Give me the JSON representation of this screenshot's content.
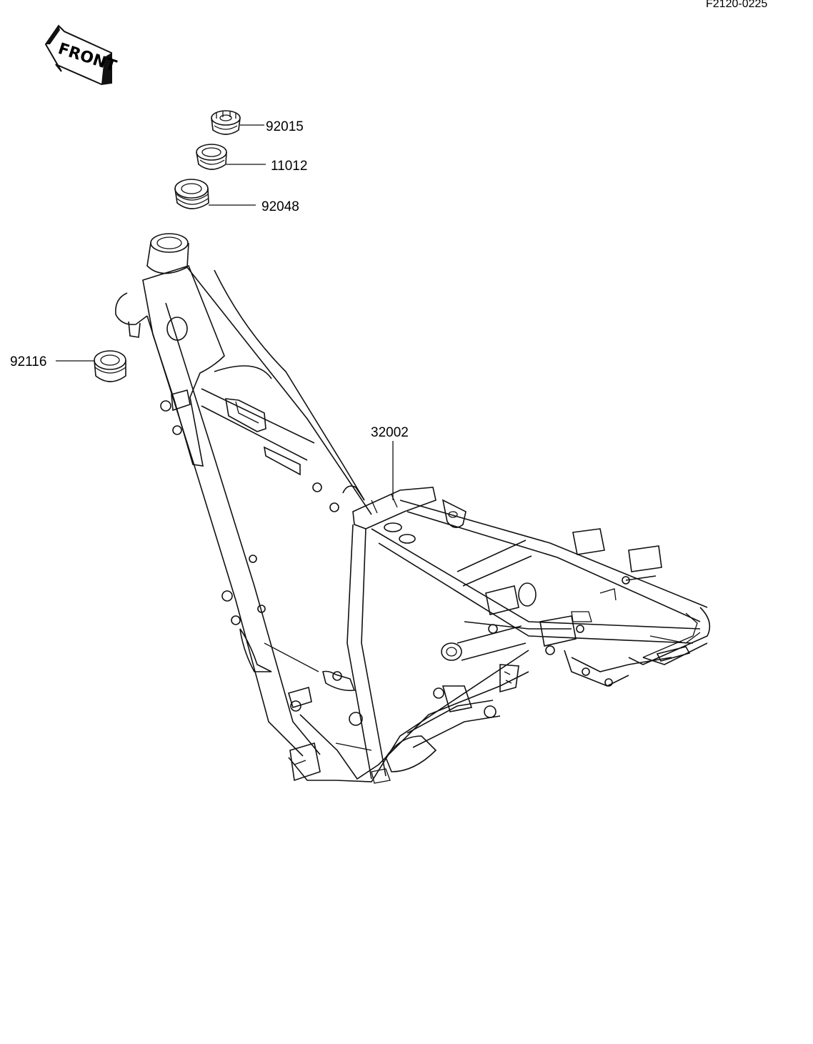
{
  "reference_code": "F2120-0225",
  "front_arrow": {
    "label": "FRONT"
  },
  "parts": [
    {
      "number": "92015"
    },
    {
      "number": "11012"
    },
    {
      "number": "92048"
    },
    {
      "number": "92116"
    },
    {
      "number": "32002"
    }
  ]
}
